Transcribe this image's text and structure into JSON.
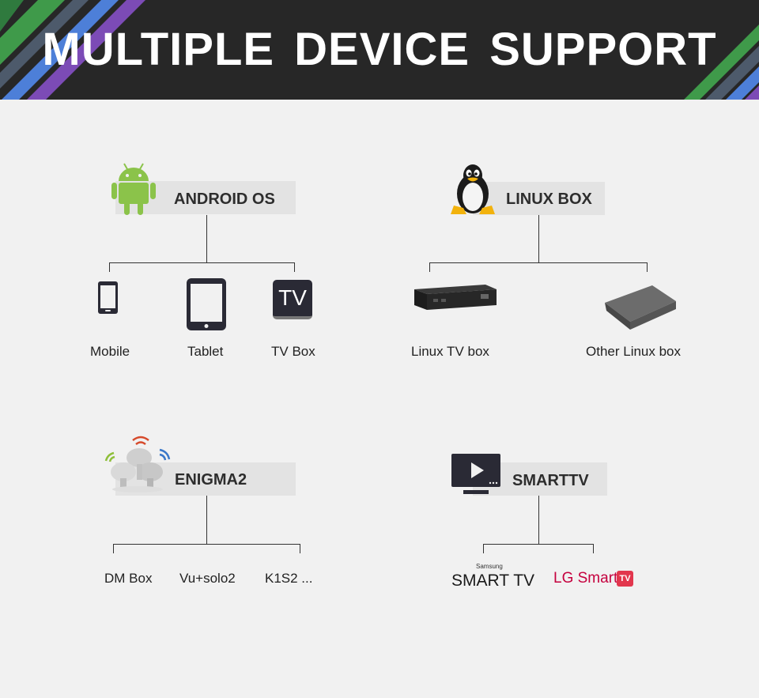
{
  "banner": {
    "title": "MULTIPLE DEVICE SUPPORT"
  },
  "android": {
    "title": "ANDROID OS",
    "devices": [
      {
        "label": "Mobile",
        "icon": "mobile-phone-icon"
      },
      {
        "label": "Tablet",
        "icon": "tablet-icon"
      },
      {
        "label": "TV Box",
        "icon": "tv-box-icon",
        "icon_text": "TV"
      }
    ]
  },
  "linux": {
    "title": "LINUX BOX",
    "devices": [
      {
        "label": "Linux TV box",
        "icon": "linux-tv-box-icon"
      },
      {
        "label": "Other Linux box",
        "icon": "other-linux-box-icon"
      }
    ]
  },
  "enigma": {
    "title": "ENIGMA2",
    "devices": [
      {
        "label": "DM Box"
      },
      {
        "label": "Vu+solo2"
      },
      {
        "label": "K1S2 ..."
      }
    ]
  },
  "smarttv": {
    "title": "SMARTTV",
    "brands": [
      {
        "small": "Samsung",
        "main": "SMART TV",
        "icon": "samsung-smart-tv-logo"
      },
      {
        "main": "LG Smart",
        "badge": "TV",
        "icon": "lg-smart-tv-logo"
      }
    ]
  },
  "colors": {
    "banner_bg": "#272727",
    "android_green": "#8bc34a",
    "stripe_green": "#3f9a4a",
    "stripe_blue": "#4d7fd8",
    "stripe_purple": "#7c4bb6",
    "lg_red": "#c5003e"
  }
}
